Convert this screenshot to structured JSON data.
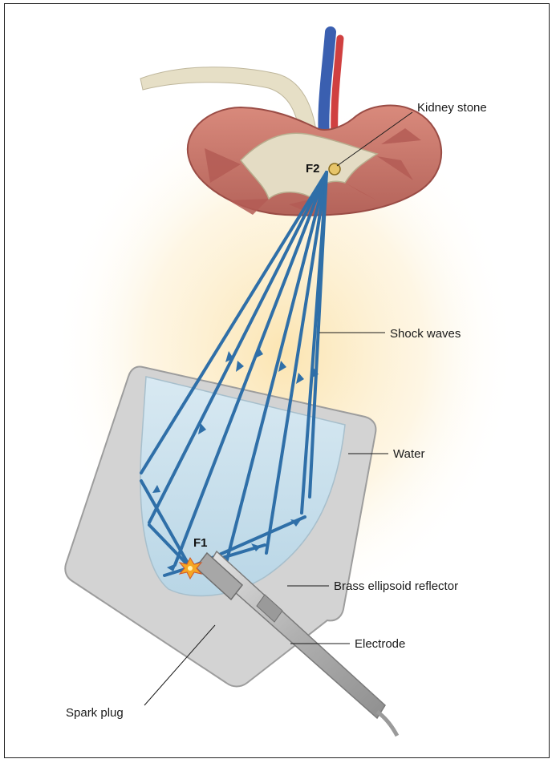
{
  "labels": {
    "kidney_stone": "Kidney stone",
    "f2": "F2",
    "shock_waves": "Shock waves",
    "water": "Water",
    "f1": "F1",
    "reflector": "Brass ellipsoid reflector",
    "electrode": "Electrode",
    "spark_plug": "Spark plug"
  },
  "colors": {
    "wave": "#2f6fa8",
    "kidney": "#c9766b",
    "kidney_dark": "#a85650",
    "pelvis": "#e4dcc4",
    "reflector": "#d3d3d3",
    "water": "#cfe4ef",
    "glow": "#fbe7b8",
    "vein": "#3a5fb0",
    "artery": "#d04040",
    "spark": "#f5a623"
  },
  "icons": [
    "kidney-illustration",
    "reflector-illustration",
    "electrode-illustration",
    "spark-icon",
    "kidney-stone-icon"
  ]
}
